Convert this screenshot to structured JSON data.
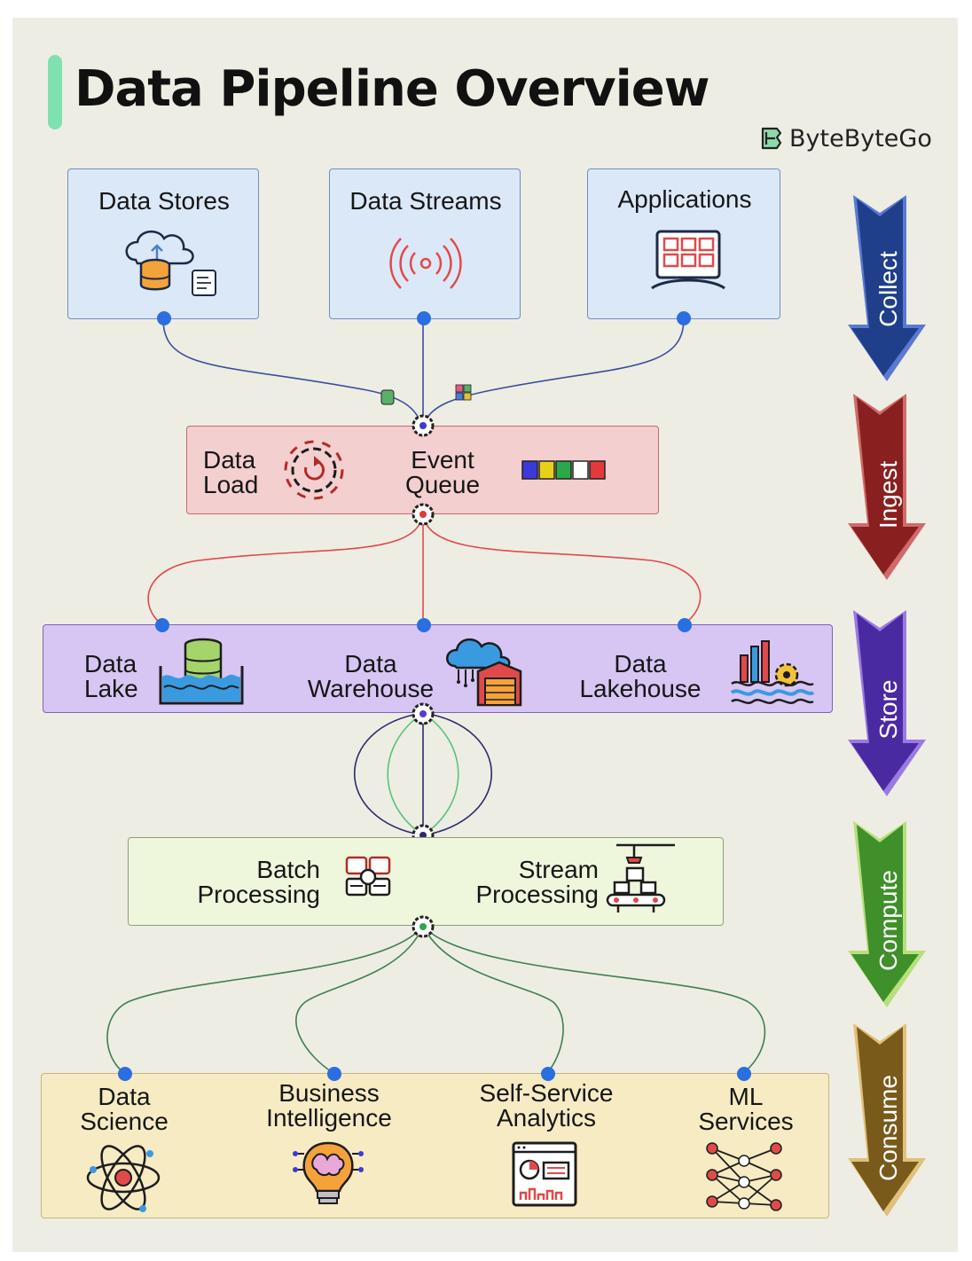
{
  "title": "Data Pipeline Overview",
  "brand": "ByteByteGo",
  "sources": [
    {
      "label": "Data Stores",
      "icon": "cloud-database-icon"
    },
    {
      "label": "Data Streams",
      "icon": "broadcast-signal-icon"
    },
    {
      "label": "Applications",
      "icon": "app-monitor-icon"
    }
  ],
  "ingest": {
    "data_load": "Data\nLoad",
    "event_queue": "Event\nQueue",
    "icons": [
      "gear-refresh-icon",
      "queue-blocks-icon"
    ]
  },
  "store": [
    {
      "label": "Data\nLake",
      "icon": "lake-database-icon"
    },
    {
      "label": "Data\nWarehouse",
      "icon": "cloud-warehouse-icon"
    },
    {
      "label": "Data\nLakehouse",
      "icon": "lakehouse-chart-icon"
    }
  ],
  "compute": [
    {
      "label": "Batch\nProcessing",
      "icon": "batch-grid-icon"
    },
    {
      "label": "Stream\nProcessing",
      "icon": "conveyor-icon"
    }
  ],
  "consume": [
    {
      "label": "Data\nScience",
      "icon": "atom-icon"
    },
    {
      "label": "Business\nIntelligence",
      "icon": "brain-bulb-icon"
    },
    {
      "label": "Self-Service\nAnalytics",
      "icon": "dashboard-icon"
    },
    {
      "label": "ML\nServices",
      "icon": "neural-network-icon"
    }
  ],
  "stages": [
    {
      "label": "Collect",
      "color": "#1f3f8a"
    },
    {
      "label": "Ingest",
      "color": "#8a1f1f"
    },
    {
      "label": "Store",
      "color": "#4a2aa0"
    },
    {
      "label": "Compute",
      "color": "#3f8f2a"
    },
    {
      "label": "Consume",
      "color": "#7a5a1a"
    }
  ],
  "colors": {
    "connector_blue": "#3a4f9a",
    "connector_red": "#e04a4a",
    "connector_green": "#3f7f4f",
    "dot": "#2a6ee0"
  }
}
